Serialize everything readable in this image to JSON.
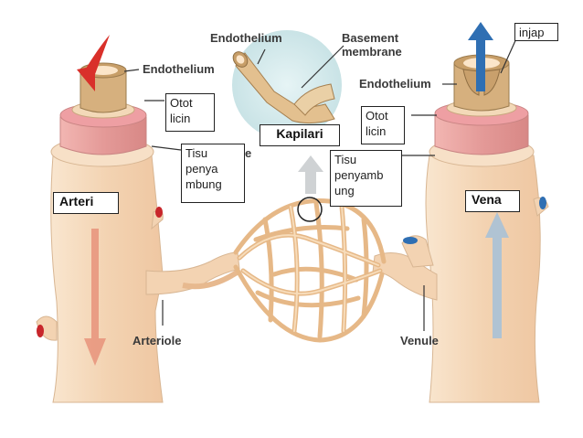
{
  "diagram": {
    "printed_labels": {
      "endothelium_top": "Endothelium",
      "basement_membrane": "Basement membrane",
      "endothelium_left": "Endothelium",
      "endothelium_right": "Endothelium",
      "arteriole": "Arteriole",
      "venule": "Venule",
      "cut_letter": "e"
    },
    "callouts": {
      "injap": "injap",
      "otot_licin_left": "Otot licin",
      "otot_licin_right": "Otot licin",
      "tisu_penyambung_left": "Tisu penya mbung",
      "tisu_penyambung_right": "Tisu penyamb ung"
    },
    "tags": {
      "arteri": "Arteri",
      "kapilari": "Kapilari",
      "vena": "Vena"
    }
  },
  "colors": {
    "vessel_outer": "#f6dcc0",
    "smooth_muscle": "#e9a2a0",
    "endothelium_tube": "#d8b485",
    "capillary": "#eec89c",
    "arterial_flow": "#d9302a",
    "venous_flow": "#2f6fb3",
    "inset_bg": "#d7ecee"
  }
}
